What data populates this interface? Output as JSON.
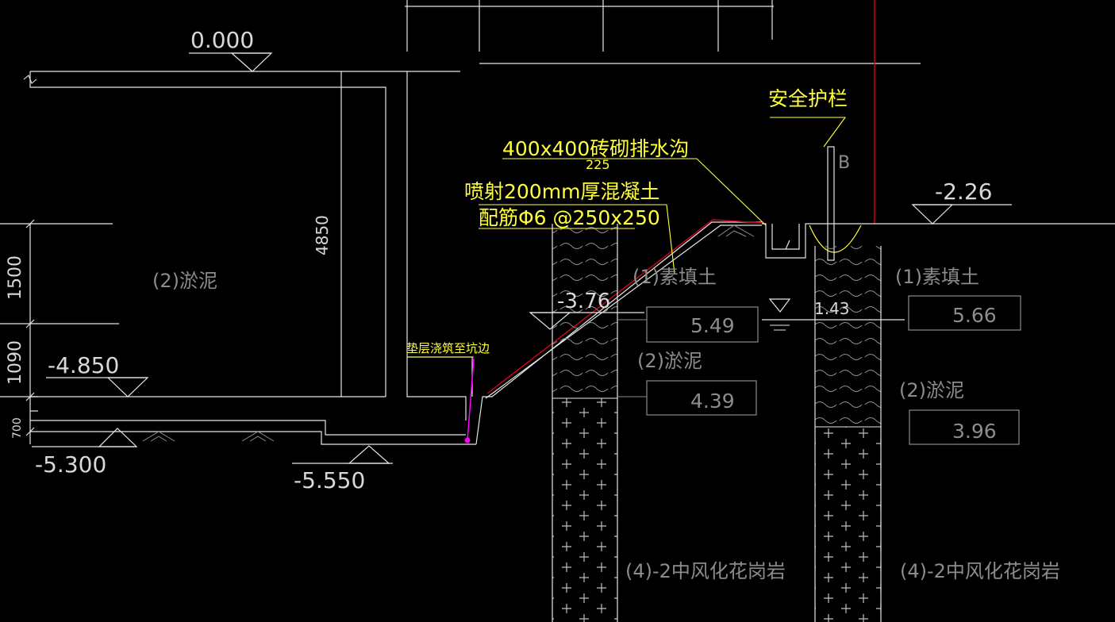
{
  "drawing": {
    "background": "#000000",
    "colors": {
      "line": "#e6e6e6",
      "dim_text": "#d8d8d8",
      "note": "#ffff3c",
      "stratum": "#8c8c8c",
      "grid": "#d0021b",
      "magenta": "#ff00ff",
      "pile_fill": "#1a1a1a"
    },
    "elevations": {
      "ground_left": "0.000",
      "ground_right": "-2.26",
      "pit_bottom": "-4.850",
      "foundation_left": "-5.300",
      "foundation_mid": "-5.550",
      "slope_step": "-3.76",
      "water_level": "1.43"
    },
    "dimensions": {
      "d1500": "1500",
      "d1090": "1090",
      "d700": "700",
      "d4850": "4850"
    },
    "notes": {
      "drain": "400x400砖砌排水沟",
      "spray": "喷射200mm厚混凝土",
      "rebar": "配筋Φ6 @250x250",
      "cushion": "垫层浇筑至坑边",
      "guardrail": "安全护栏",
      "small_dim": "225",
      "post_mark": "B"
    },
    "strata": {
      "left_mud": "(2)淤泥",
      "fill_1": "(1)素填土",
      "mud_1": "(2)淤泥",
      "rock_1": "(4)-2中风化花岗岩",
      "fill_2": "(1)素填土",
      "mud_2": "(2)淤泥",
      "rock_2": "(4)-2中风化花岗岩"
    },
    "layer_depths": [
      "5.49",
      "4.39",
      "5.66",
      "3.96"
    ]
  }
}
